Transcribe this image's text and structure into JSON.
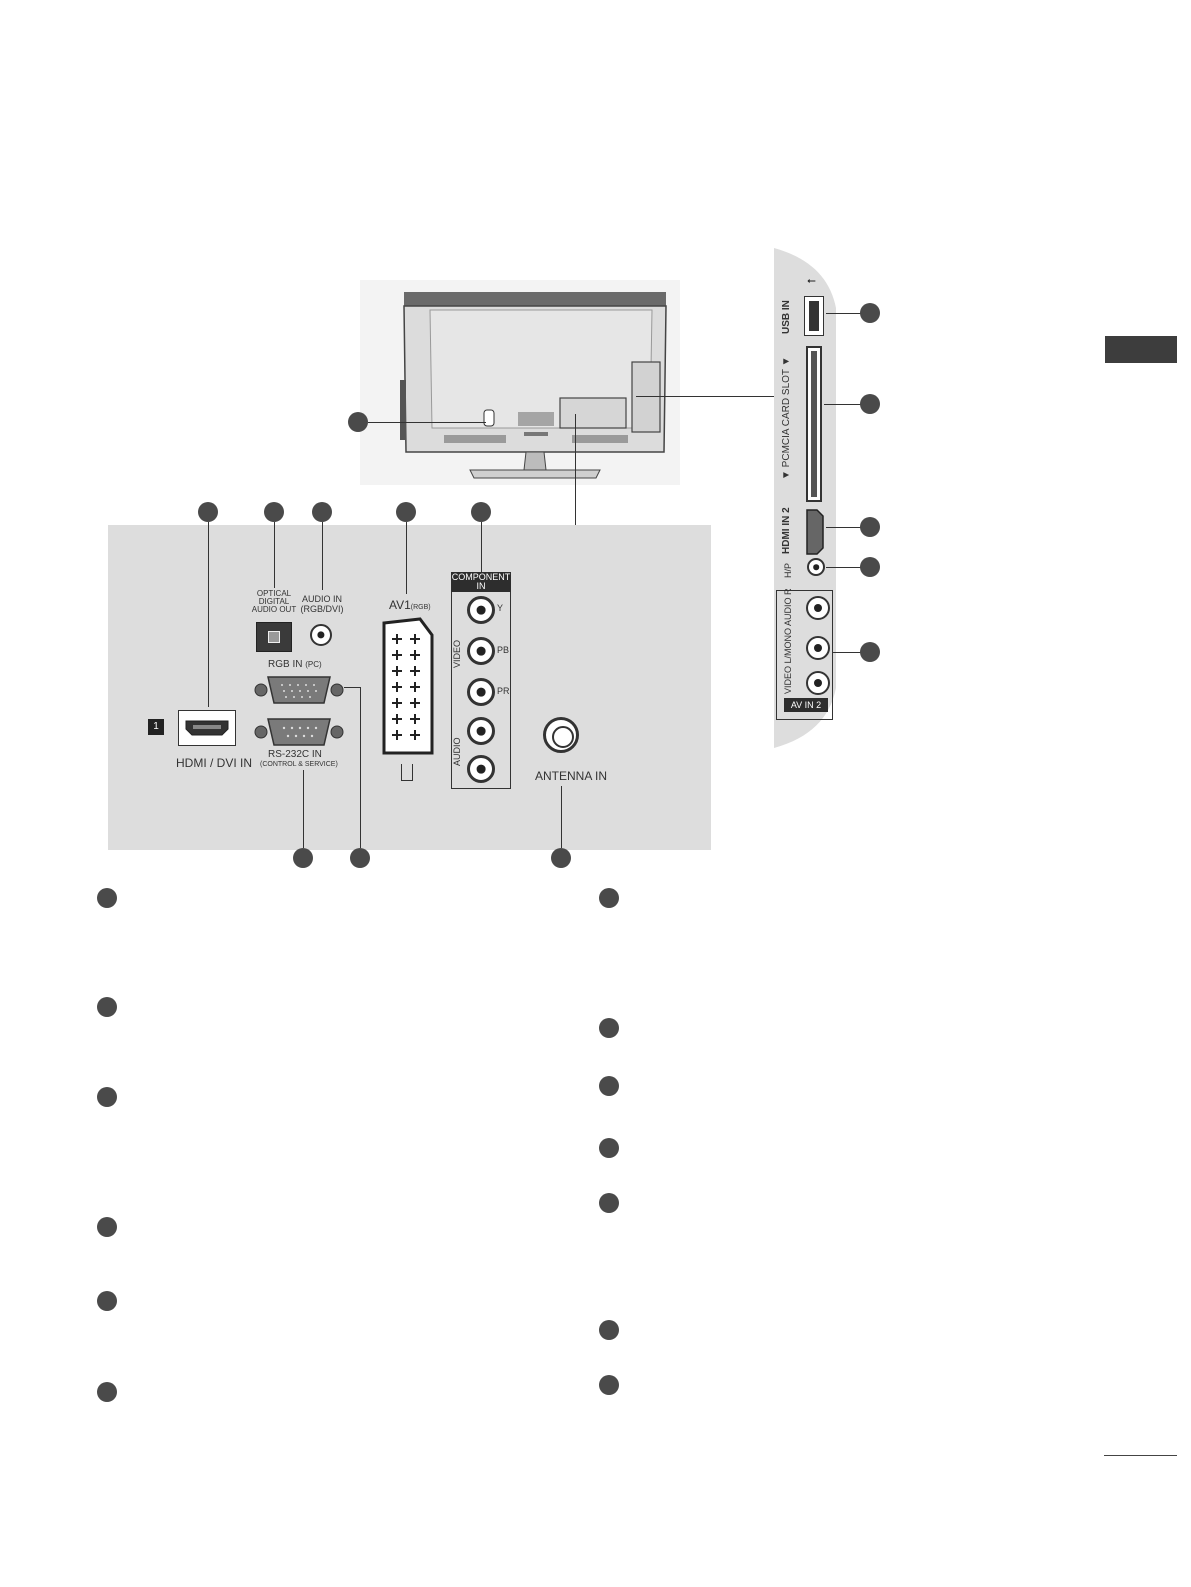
{
  "section_tab": "",
  "page_number": "",
  "side_labels": {
    "usb": "USB IN",
    "pcmcia": "▼ PCMCIA CARD SLOT ▼",
    "hdmi2": "HDMI IN 2",
    "hp": "H/P",
    "av_row": "VIDEO L/MONO AUDIO R",
    "av_in2": "AV IN 2"
  },
  "panel_labels": {
    "optical": [
      "OPTICAL",
      "DIGITAL",
      "AUDIO OUT"
    ],
    "audio_in": [
      "AUDIO IN",
      "(RGB/DVI)"
    ],
    "av1": "AV1",
    "av1_sub": "(RGB)",
    "component": [
      "COMPONENT",
      "IN"
    ],
    "comp_y": "Y",
    "comp_pb": "PB",
    "comp_pr": "PR",
    "comp_video": "VIDEO",
    "comp_audio": "AUDIO",
    "rgb_in": "RGB IN",
    "rgb_in_sub": "(PC)",
    "rs232": "RS-232C IN",
    "rs232_sub": "(CONTROL & SERVICE)",
    "hdmi_dvi": "HDMI / DVI IN",
    "hdmi_num": "1",
    "antenna": "ANTENNA IN"
  }
}
